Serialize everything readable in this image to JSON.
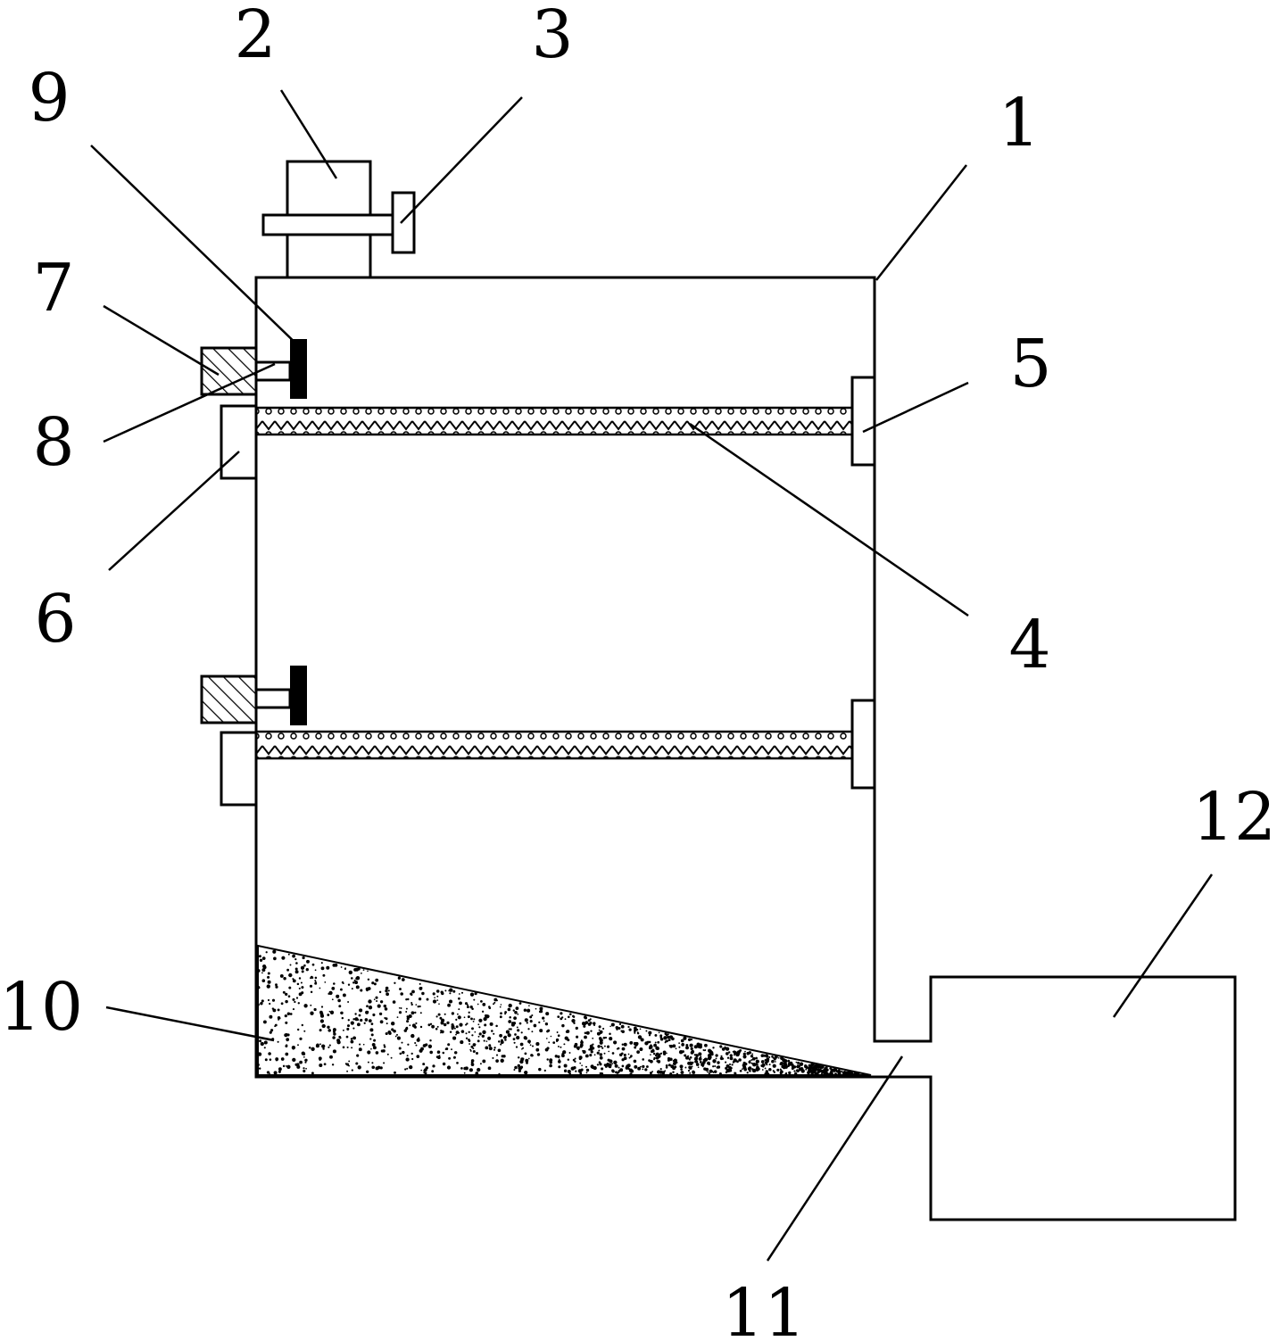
{
  "labels": {
    "housing": "1",
    "motor": "2",
    "shaft_wheel": "3",
    "filter_screen": "4",
    "right_bracket": "5",
    "left_bracket": "6",
    "actuator": "7",
    "rod": "8",
    "scraper": "9",
    "sediment": "10",
    "outlet": "11",
    "collection_tank": "12"
  },
  "colors": {
    "stroke": "#000000",
    "background": "#ffffff"
  }
}
